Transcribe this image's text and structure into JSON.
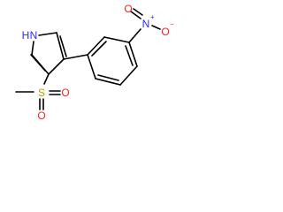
{
  "colors": {
    "bond": "#000000",
    "nitrogen": "#2a2aff",
    "oxygen": "#ff2020",
    "sulfur": "#b8a400",
    "carbon": "#000000"
  },
  "atoms": {
    "pyrrole_nh": "H",
    "pyrrole_n": "N",
    "nitro_n": "N",
    "nitro_charge": "+",
    "nitro_o_top": "O",
    "nitro_o_bottom": "O",
    "nitro_o_charge": "−",
    "sulfur": "S",
    "sulfonyl_o_right": "O",
    "sulfonyl_o_bottom": "O"
  }
}
